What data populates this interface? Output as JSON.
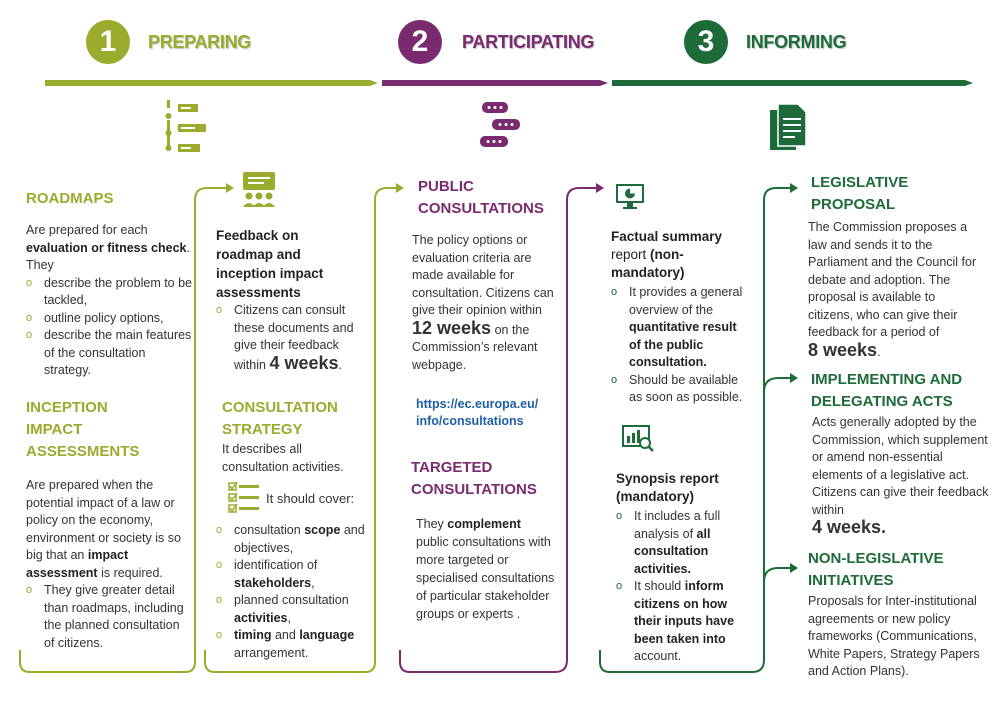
{
  "phases": [
    {
      "number": "1",
      "title": "PREPARING",
      "color": "#9aab2e"
    },
    {
      "number": "2",
      "title": "PARTICIPATING",
      "color": "#7a2a6e"
    },
    {
      "number": "3",
      "title": "INFORMING",
      "color": "#1e6b3a"
    }
  ],
  "col1": {
    "roadmaps_title": "ROADMAPS",
    "roadmaps_intro_a": "Are prepared for each",
    "roadmaps_intro_b": "evaluation or fitness check",
    "roadmaps_intro_c": ". They",
    "roadmaps_bullets": [
      "describe the problem to be tackled,",
      "outline policy options,",
      "describe the main features of the consultation strategy."
    ],
    "inception_title_1": "INCEPTION",
    "inception_title_2": "IMPACT",
    "inception_title_3": "ASSESSMENTS",
    "inception_text_a": "Are prepared when the potential impact of a law or policy on the economy, environment or society is so big that an",
    "inception_text_b": "impact assessment",
    "inception_text_c": "is required.",
    "inception_bullet": "They give greater detail than roadmaps, including the planned consultation of citizens."
  },
  "col2": {
    "feedback_title": "Feedback on roadmap and inception impact assessments",
    "feedback_bullet_a": "Citizens can consult these documents and give their feedback within",
    "feedback_bullet_b": "4 weeks",
    "feedback_bullet_c": ".",
    "strategy_title_1": "CONSULTATION",
    "strategy_title_2": "STRATEGY",
    "strategy_text": "It describes all consultation activities.",
    "strategy_cover": "It should cover:",
    "b1_a": "consultation",
    "b1_b": "scope",
    "b1_c": "and objectives,",
    "b2_a": "identification of",
    "b2_b": "stakeholders",
    "b3_a": "planned consultation",
    "b3_b": "activities",
    "b4_a": "timing",
    "b4_b": "and",
    "b4_c": "language",
    "b4_d": "arrangement."
  },
  "col3": {
    "public_title_1": "PUBLIC",
    "public_title_2": "CONSULTATIONS",
    "public_text_a": "The policy options or evaluation criteria are made available for consultation. Citizens can give their opinion within",
    "public_text_b": "12 weeks",
    "public_text_c": "on the Commission’s relevant webpage.",
    "link": "https://ec.europa.eu/ info/consultations",
    "targeted_title_1": "TARGETED",
    "targeted_title_2": "CONSULTATIONS",
    "targeted_text_a": "They",
    "targeted_text_b": "complement",
    "targeted_text_c": "public consultations with more targeted or specialised consultations of particular stakeholder groups or experts ."
  },
  "col4": {
    "factual_title_a": "Factual summary",
    "factual_title_b": "report",
    "factual_title_c": "(non-mandatory)",
    "factual_b1_a": "It provides a general overview of the",
    "factual_b1_b": "quantitative result of the public consultation.",
    "factual_b2": "Should be available as soon as possible.",
    "synopsis_title": "Synopsis report (mandatory)",
    "syn_b1_a": "It includes a full analysis of",
    "syn_b1_b": "all consultation activities.",
    "syn_b2_a": "It should",
    "syn_b2_b": "inform citizens on how their inputs have been taken into",
    "syn_b2_c": "account."
  },
  "col5": {
    "leg_title_1": "LEGISLATIVE",
    "leg_title_2": "PROPOSAL",
    "leg_text": "The Commission proposes a law and sends it to the Parliament and the Council for debate and adoption. The proposal is available to citizens, who can give their feedback for a period of",
    "leg_weeks": "8 weeks",
    "leg_dot": ".",
    "impl_title_1": "IMPLEMENTING AND",
    "impl_title_2": "DELEGATING ACTS",
    "impl_text": "Acts generally adopted by the Commission, which supplement or amend non-essential elements of a legislative act. Citizens can give their feedback within",
    "impl_weeks": "4 weeks.",
    "nonleg_title_1": "NON-LEGISLATIVE",
    "nonleg_title_2": "INITIATIVES",
    "nonleg_text": "Proposals for Inter-institutional agreements or new policy frameworks (Communications, White Papers, Strategy Papers and Action Plans)."
  },
  "colors": {
    "preparing": "#9aab2e",
    "participating": "#7a2a6e",
    "informing": "#1e6b3a"
  },
  "icons": [
    "roadmap-list-icon",
    "chat-bubbles-icon",
    "documents-icon",
    "meeting-board-icon",
    "monitor-chart-icon",
    "analysis-screen-icon",
    "checklist-icon"
  ]
}
